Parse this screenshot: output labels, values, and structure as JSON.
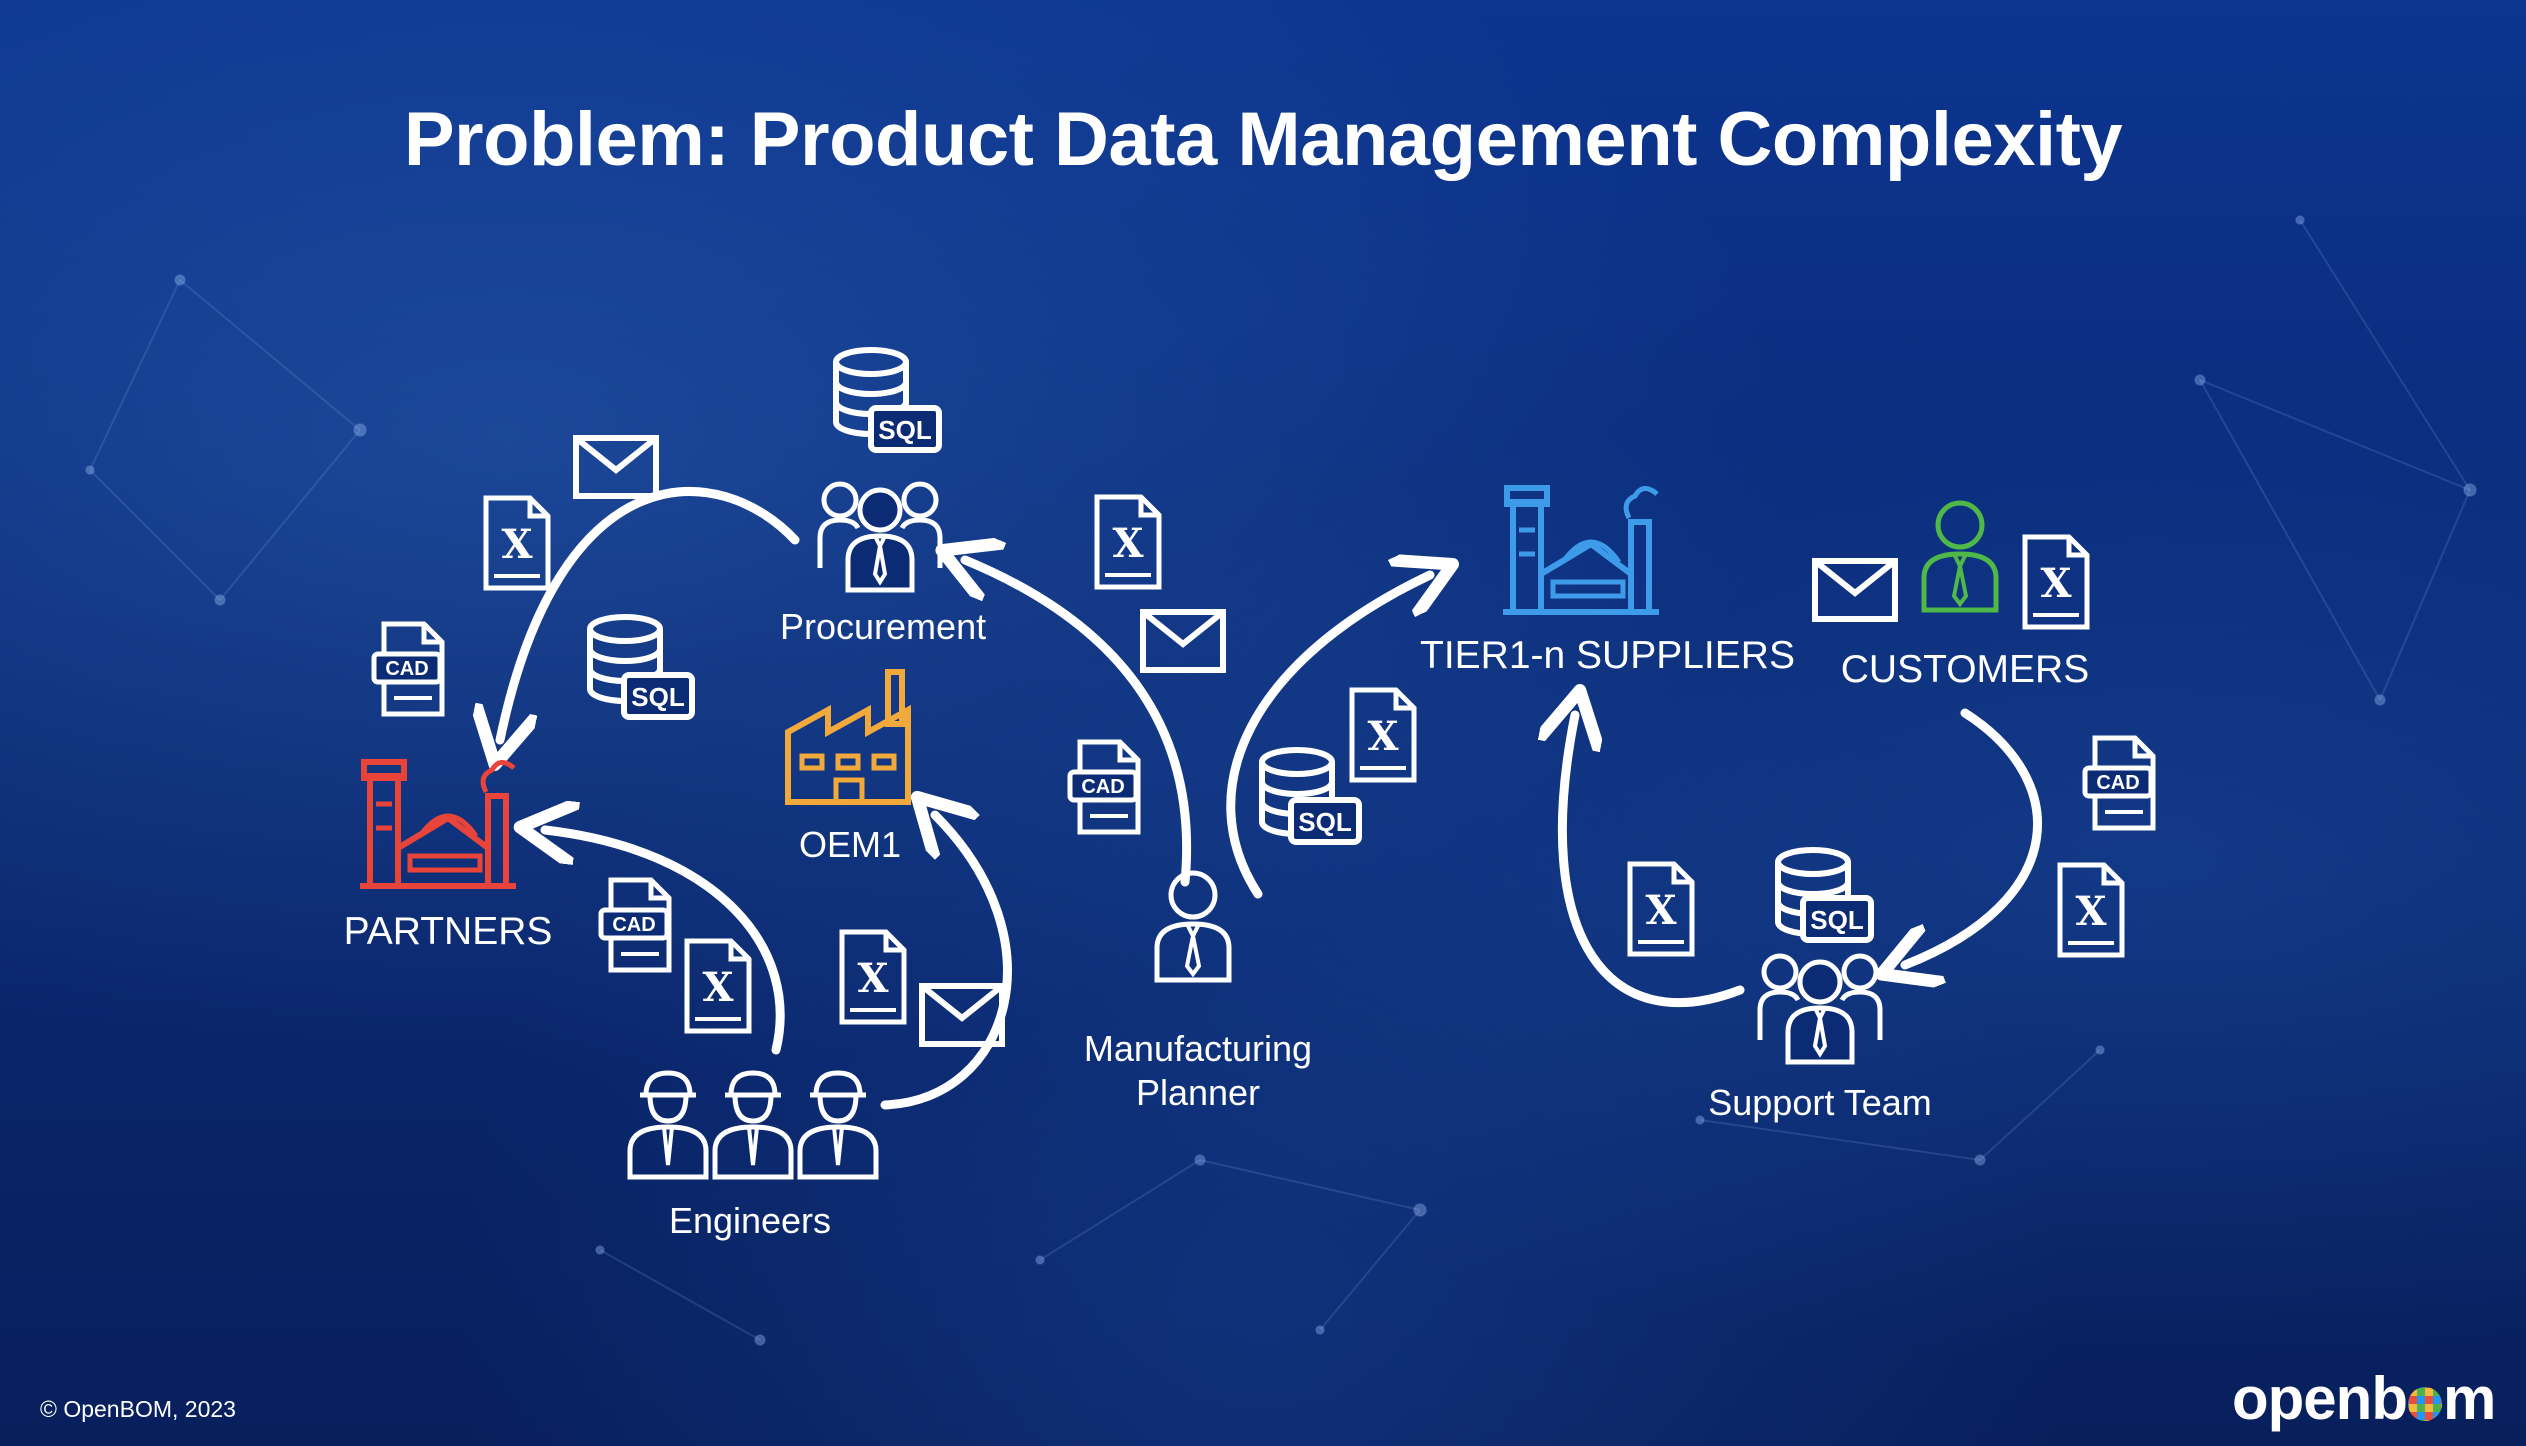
{
  "title": "Problem: Product Data Management Complexity",
  "nodes": {
    "partners": "PARTNERS",
    "procurement": "Procurement",
    "oem1": "OEM1",
    "engineers": "Engineers",
    "manufacturing_planner": [
      "Manufacturing",
      "Planner"
    ],
    "suppliers": "TIER1-n SUPPLIERS",
    "customers": "CUSTOMERS",
    "support_team": "Support Team"
  },
  "badges": {
    "sql": "SQL",
    "cad": "CAD",
    "excel": "X"
  },
  "footer": {
    "copyright": "© OpenBOM, 2023",
    "logo": "openbom"
  },
  "colors": {
    "partners": "#e8443a",
    "oem1": "#f2a93b",
    "suppliers": "#3d9be9",
    "customers": "#4fb848",
    "icons": "#ffffff"
  },
  "icon_names": [
    "sql-database-icon",
    "envelope-icon",
    "excel-file-icon",
    "cad-file-icon",
    "factory-icon",
    "team-icon",
    "person-icon",
    "engineers-icon"
  ]
}
